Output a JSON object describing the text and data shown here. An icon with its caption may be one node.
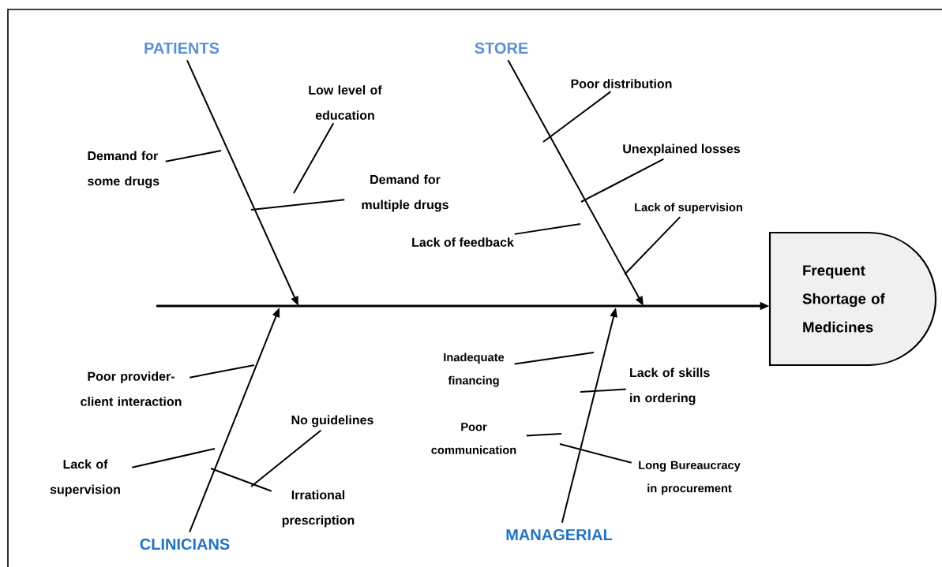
{
  "diagram": {
    "nodes": [
      {
        "text": [
          "Frequent Shortage of Medicines"
        ]
      },
      {
        "text": [
          "PATIENTS"
        ]
      },
      {
        "text": [
          "STORE"
        ]
      },
      {
        "text": [
          "CLINICIANS"
        ]
      },
      {
        "text": [
          "MANAGERIAL"
        ]
      },
      {
        "text": [
          "Demand for some drugs"
        ]
      },
      {
        "text": [
          "Low level of education"
        ]
      },
      {
        "text": [
          "Demand for multiple drugs"
        ]
      },
      {
        "text": [
          "Poor distribution"
        ]
      },
      {
        "text": [
          "Unexplained losses"
        ]
      },
      {
        "text": [
          "Lack of feedback"
        ]
      },
      {
        "text": [
          "Lack of supervision"
        ]
      },
      {
        "text": [
          "Poor provider-client interaction"
        ]
      },
      {
        "text": [
          "Lack of supervision"
        ]
      },
      {
        "text": [
          "No guidelines"
        ]
      },
      {
        "text": [
          "Irrational prescription"
        ]
      },
      {
        "text": [
          "Inadequate financing"
        ]
      },
      {
        "text": [
          "Lack of skills in ordering"
        ]
      },
      {
        "text": [
          "Poor communication"
        ]
      },
      {
        "text": [
          "Long Bureaucracy in procurement"
        ]
      }
    ],
    "edges": [
      {
        "from": null,
        "to": 0,
        "arrow": "to"
      },
      {
        "from": 1,
        "to": null,
        "arrow": "to"
      },
      {
        "from": 2,
        "to": null,
        "arrow": "to"
      },
      {
        "from": 3,
        "to": null,
        "arrow": "to"
      },
      {
        "from": 4,
        "to": null,
        "arrow": "to"
      },
      {
        "from": 5,
        "to": null,
        "arrow": "none"
      },
      {
        "from": 6,
        "to": null,
        "arrow": "none"
      },
      {
        "from": 7,
        "to": null,
        "arrow": "none"
      },
      {
        "from": 8,
        "to": null,
        "arrow": "none"
      },
      {
        "from": 9,
        "to": null,
        "arrow": "none"
      },
      {
        "from": 10,
        "to": null,
        "arrow": "none"
      },
      {
        "from": 11,
        "to": null,
        "arrow": "none"
      },
      {
        "from": 12,
        "to": null,
        "arrow": "none"
      },
      {
        "from": 13,
        "to": null,
        "arrow": "none"
      },
      {
        "from": 14,
        "to": null,
        "arrow": "none"
      },
      {
        "from": 15,
        "to": null,
        "arrow": "none"
      },
      {
        "from": 16,
        "to": null,
        "arrow": "none"
      },
      {
        "from": 17,
        "to": null,
        "arrow": "none"
      },
      {
        "from": 18,
        "to": null,
        "arrow": "none"
      },
      {
        "from": 19,
        "to": null,
        "arrow": "none"
      }
    ]
  }
}
